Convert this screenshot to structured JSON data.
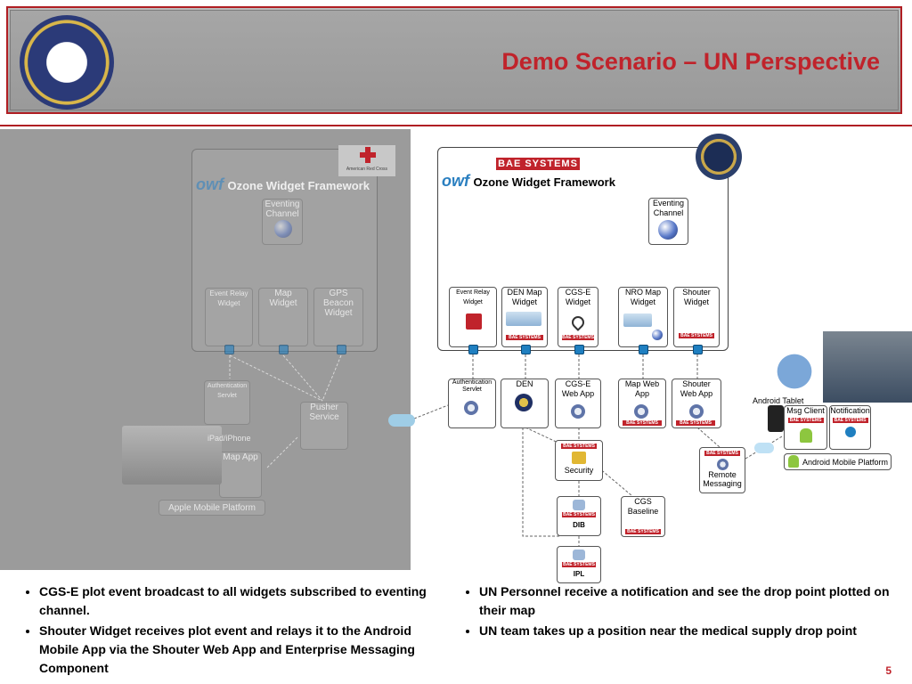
{
  "header": {
    "title": "Demo Scenario – UN Perspective",
    "seal_icon": "dod-seal-icon"
  },
  "colors": {
    "accent": "#c0232b",
    "node": "#1f7fc0",
    "bae": "#c0232b"
  },
  "left_panel": {
    "framework": "Ozone Widget Framework",
    "owf_logo": "owf",
    "eventing_channel": "Eventing\nChannel",
    "widgets": [
      "Event Relay\nWidget",
      "Map\nWidget",
      "GPS\nBeacon\nWidget"
    ],
    "auth_servlet": "Authentication\nServlet",
    "pusher_service": "Pusher\nService",
    "device_label": "iPad/iPhone",
    "map_app": "Map App",
    "platform": "Apple Mobile Platform",
    "redcross_logo": "American Red Cross"
  },
  "right_panel": {
    "bae_logo": "BAE SYSTEMS",
    "framework": "Ozone Widget Framework",
    "owf_logo": "owf",
    "eventing_channel": "Eventing\nChannel",
    "widgets": [
      "Event Relay\nWidget",
      "DEN Map\nWidget",
      "CGS-E\nWidget",
      "NRO Map\nWidget",
      "Shouter\nWidget"
    ],
    "services": [
      "Authentication\nServlet",
      "DEN",
      "CGS-E\nWeb App",
      "Map Web\nApp",
      "Shouter\nWeb App"
    ],
    "security": "Security",
    "dib": "DIB",
    "cgs_baseline": "CGS\nBaseline",
    "ipl": "IPL",
    "remote_messaging": "Remote\nMessaging",
    "android_tablet": "Android Tablet",
    "msg_client": "Msg Client",
    "notification": "Notification",
    "android_platform": "Android Mobile Platform",
    "bae_small": "BAE SYSTEMS"
  },
  "bullets_left": [
    "CGS-E plot event broadcast to all widgets subscribed to eventing channel.",
    "Shouter Widget receives plot event and relays it to the Android Mobile App via the Shouter Web App and Enterprise Messaging Component"
  ],
  "bullets_right": [
    "UN Personnel receive a notification and see the drop point plotted on their map",
    "UN team takes up a position near the medical supply drop point"
  ],
  "page_number": "5"
}
